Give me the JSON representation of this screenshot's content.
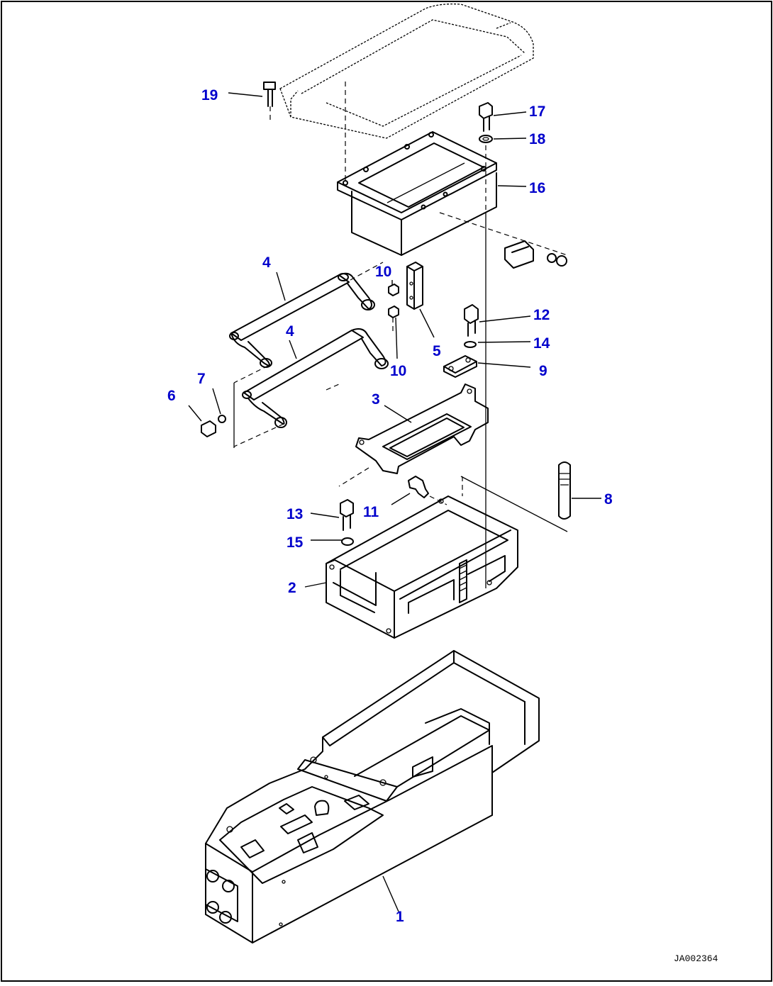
{
  "drawing": {
    "code": "JA002364",
    "label_color": "#0000cc",
    "line_color": "#000000",
    "callouts": [
      {
        "id": "c19",
        "text": "19"
      },
      {
        "id": "c17",
        "text": "17"
      },
      {
        "id": "c18",
        "text": "18"
      },
      {
        "id": "c16",
        "text": "16"
      },
      {
        "id": "c4a",
        "text": "4"
      },
      {
        "id": "c10a",
        "text": "10"
      },
      {
        "id": "c4b",
        "text": "4"
      },
      {
        "id": "c12",
        "text": "12"
      },
      {
        "id": "c14",
        "text": "14"
      },
      {
        "id": "c5",
        "text": "5"
      },
      {
        "id": "c10b",
        "text": "10"
      },
      {
        "id": "c9",
        "text": "9"
      },
      {
        "id": "c7",
        "text": "7"
      },
      {
        "id": "c6",
        "text": "6"
      },
      {
        "id": "c3",
        "text": "3"
      },
      {
        "id": "c8",
        "text": "8"
      },
      {
        "id": "c13",
        "text": "13"
      },
      {
        "id": "c11",
        "text": "11"
      },
      {
        "id": "c15",
        "text": "15"
      },
      {
        "id": "c2",
        "text": "2"
      },
      {
        "id": "c1",
        "text": "1"
      }
    ]
  }
}
